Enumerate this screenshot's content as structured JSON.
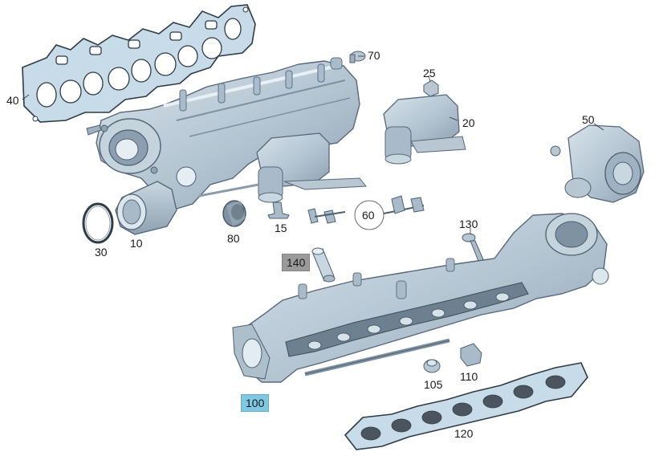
{
  "figure": {
    "callouts": [
      {
        "id": "p10",
        "text": "10"
      },
      {
        "id": "p15",
        "text": "15"
      },
      {
        "id": "p20",
        "text": "20"
      },
      {
        "id": "p25",
        "text": "25"
      },
      {
        "id": "p30",
        "text": "30"
      },
      {
        "id": "p40",
        "text": "40"
      },
      {
        "id": "p50",
        "text": "50"
      },
      {
        "id": "p60",
        "text": "60"
      },
      {
        "id": "p70",
        "text": "70"
      },
      {
        "id": "p80",
        "text": "80"
      },
      {
        "id": "p100",
        "text": "100",
        "highlight": "#7ec8e3"
      },
      {
        "id": "p105",
        "text": "105"
      },
      {
        "id": "p110",
        "text": "110"
      },
      {
        "id": "p120",
        "text": "120"
      },
      {
        "id": "p130",
        "text": "130"
      },
      {
        "id": "p140",
        "text": "140",
        "highlight": "#9a9a9a"
      }
    ]
  },
  "colors": {
    "part_fill": "#b9c9d6",
    "part_shade": "#8fa3b3",
    "part_dark": "#5f7080",
    "outline": "#2e3a44",
    "gasket_fill": "#c8dde8",
    "gasket_dark": "#4a5560",
    "leader": "#333333"
  }
}
